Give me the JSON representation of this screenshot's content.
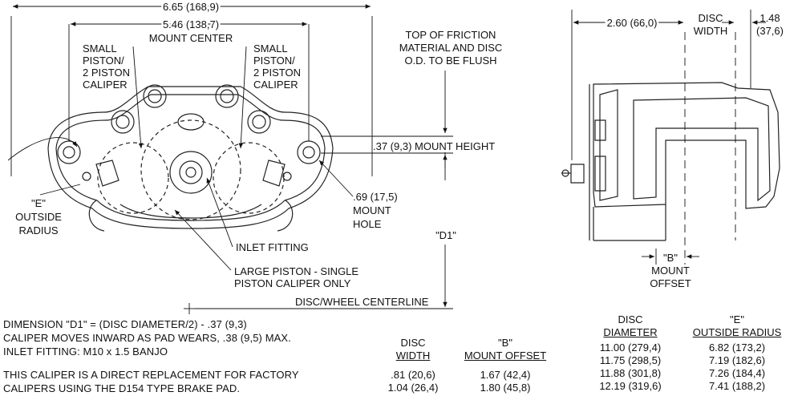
{
  "dimensions": {
    "overall_width": "6.65 (168,9)",
    "mount_center_value": "5.46 (138,7)",
    "mount_center_label": "MOUNT CENTER",
    "small_piston_left": [
      "SMALL",
      "PISTON/",
      "2 PISTON",
      "CALIPER"
    ],
    "small_piston_right": [
      "SMALL",
      "PISTON/",
      "2 PISTON",
      "CALIPER"
    ],
    "friction_note": [
      "TOP OF FRICTION",
      "MATERIAL AND DISC",
      "O.D. TO BE FLUSH"
    ],
    "mount_height": ".37 (9,3) MOUNT HEIGHT",
    "mount_hole": [
      ".69 (17,5)",
      "MOUNT",
      "HOLE"
    ],
    "outside_radius": [
      "\"E\"",
      "OUTSIDE",
      "RADIUS"
    ],
    "d1": "\"D1\"",
    "inlet_fitting": "INLET FITTING",
    "large_piston": [
      "LARGE PISTON - SINGLE",
      "PISTON CALIPER ONLY"
    ],
    "centerline": "DISC/WHEEL CENTERLINE",
    "side_width": "2.60 (66,0)",
    "disc_width": [
      "DISC",
      "WIDTH"
    ],
    "disc_width_value": [
      "1.48",
      "(37,6)"
    ],
    "mount_offset": [
      "\"B\"",
      "MOUNT",
      "OFFSET"
    ]
  },
  "notes": [
    "DIMENSION \"D1\" = (DISC DIAMETER/2) - .37 (9,3)",
    "CALIPER MOVES INWARD AS PAD WEARS, .38 (9,5) MAX.",
    "INLET FITTING: M10 x 1.5 BANJO",
    "THIS CALIPER IS A DIRECT REPLACEMENT FOR FACTORY",
    "CALIPERS USING THE D154 TYPE BRAKE PAD."
  ],
  "table_offset": {
    "headers": [
      [
        "DISC",
        "WIDTH"
      ],
      [
        "\"B\"",
        "MOUNT OFFSET"
      ]
    ],
    "rows": [
      [
        ".81  (20,6)",
        "1.67  (42,4)"
      ],
      [
        "1.04  (26,4)",
        "1.80  (45,8)"
      ]
    ]
  },
  "table_radius": {
    "headers": [
      [
        "DISC",
        "DIAMETER"
      ],
      [
        "\"E\"",
        "OUTSIDE RADIUS"
      ]
    ],
    "rows": [
      [
        "11.00  (279,4)",
        "6.82  (173,2)"
      ],
      [
        "11.75  (298,5)",
        "7.19  (182,6)"
      ],
      [
        "11.88  (301,8)",
        "7.26  (184,4)"
      ],
      [
        "12.19  (319,6)",
        "7.41  (188,2)"
      ]
    ]
  }
}
